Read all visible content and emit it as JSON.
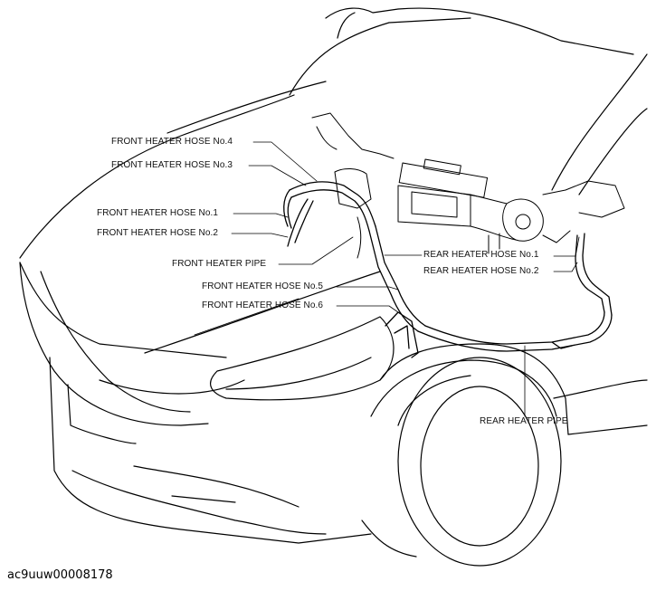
{
  "labels": {
    "front_hose_4": "FRONT HEATER HOSE No.4",
    "front_hose_3": "FRONT HEATER HOSE No.3",
    "front_hose_1": "FRONT HEATER HOSE No.1",
    "front_hose_2": "FRONT HEATER HOSE No.2",
    "front_pipe": "FRONT HEATER PIPE",
    "front_hose_5": "FRONT HEATER HOSE No.5",
    "front_hose_6": "FRONT HEATER HOSE No.6",
    "rear_hose_1": "REAR HEATER HOSE No.1",
    "rear_hose_2": "REAR HEATER HOSE No.2",
    "rear_pipe": "REAR HEATER PIPE"
  },
  "figure_id": "ac9uuw00008178"
}
